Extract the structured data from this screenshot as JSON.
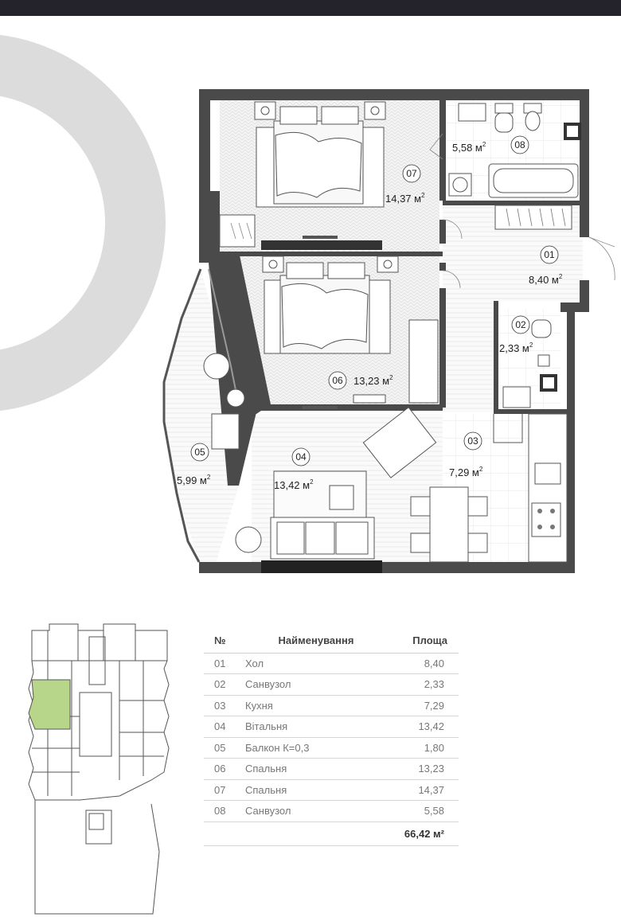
{
  "plan": {
    "rooms": [
      {
        "num": "01",
        "area": "8,40 м",
        "sup": "2"
      },
      {
        "num": "02",
        "area": "2,33 м",
        "sup": "2"
      },
      {
        "num": "03",
        "area": "7,29 м",
        "sup": "2"
      },
      {
        "num": "04",
        "area": "13,42 м",
        "sup": "2"
      },
      {
        "num": "05",
        "area": "5,99 м",
        "sup": "2"
      },
      {
        "num": "06",
        "area": "13,23 м",
        "sup": "2"
      },
      {
        "num": "07",
        "area": "14,37 м",
        "sup": "2"
      },
      {
        "num": "08",
        "area": "5,58 м",
        "sup": "2"
      }
    ]
  },
  "table": {
    "headers": {
      "num": "№",
      "name": "Найменування",
      "area": "Площа"
    },
    "rows": [
      {
        "num": "01",
        "name": "Хол",
        "area": "8,40"
      },
      {
        "num": "02",
        "name": "Санвузол",
        "area": "2,33"
      },
      {
        "num": "03",
        "name": "Кухня",
        "area": "7,29"
      },
      {
        "num": "04",
        "name": "Вітальня",
        "area": "13,42"
      },
      {
        "num": "05",
        "name": "Балкон К=0,3",
        "area": "1,80"
      },
      {
        "num": "06",
        "name": "Спальня",
        "area": "13,23"
      },
      {
        "num": "07",
        "name": "Спальня",
        "area": "14,37"
      },
      {
        "num": "08",
        "name": "Санвузол",
        "area": "5,58"
      }
    ],
    "total": "66,42 м²"
  },
  "colors": {
    "wall": "#4a4a4a",
    "deco_circle": "#dcdcdc",
    "highlight": "#b7d68a",
    "topbar": "#24222b"
  }
}
